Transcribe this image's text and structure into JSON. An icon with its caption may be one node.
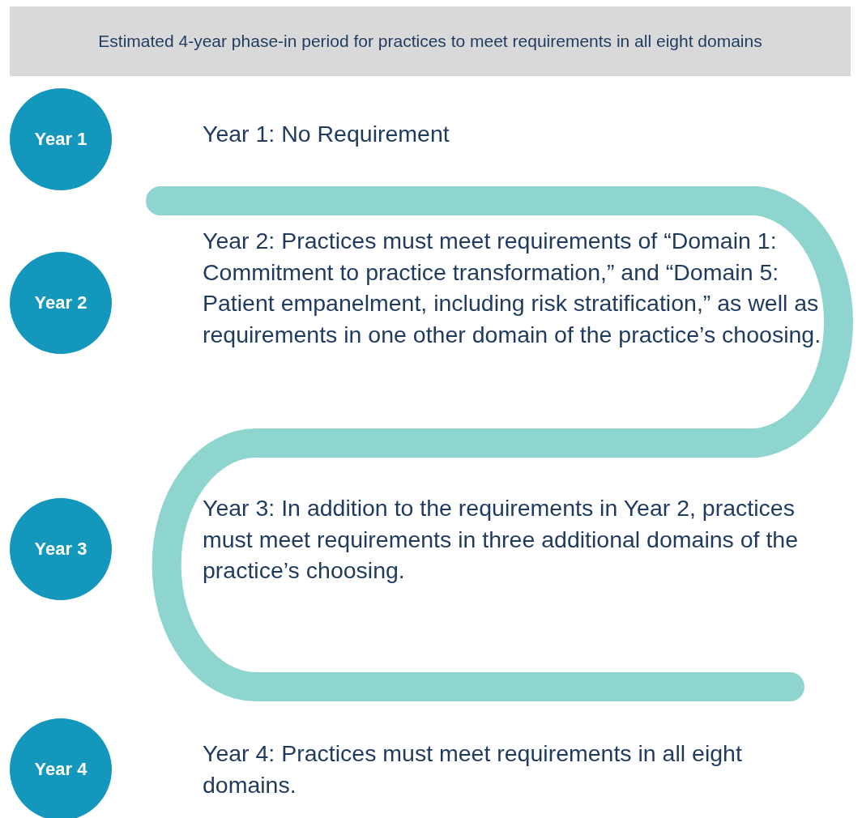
{
  "diagram": {
    "title": "Estimated 4-year phase-in period for practices to meet requirements in all eight domains",
    "nodes": [
      {
        "text": [
          "Year 1"
        ]
      },
      {
        "text": [
          "Year 2"
        ]
      },
      {
        "text": [
          "Year 3"
        ]
      },
      {
        "text": [
          "Year 4"
        ]
      }
    ],
    "labels": [
      "Year 1: No Requirement",
      "Year 2: Practices must meet requirements of “Domain 1: Commitment to practice transformation,” and “Domain 5: Patient empanelment, including risk stratification,” as well as requirements in one other domain of the practice’s choosing.",
      "Year 3: In addition to the requirements in Year 2, practices must meet requirements in three additional domains of the practice’s choosing.",
      "Year 4: Practices must meet requirements in all eight domains."
    ]
  }
}
